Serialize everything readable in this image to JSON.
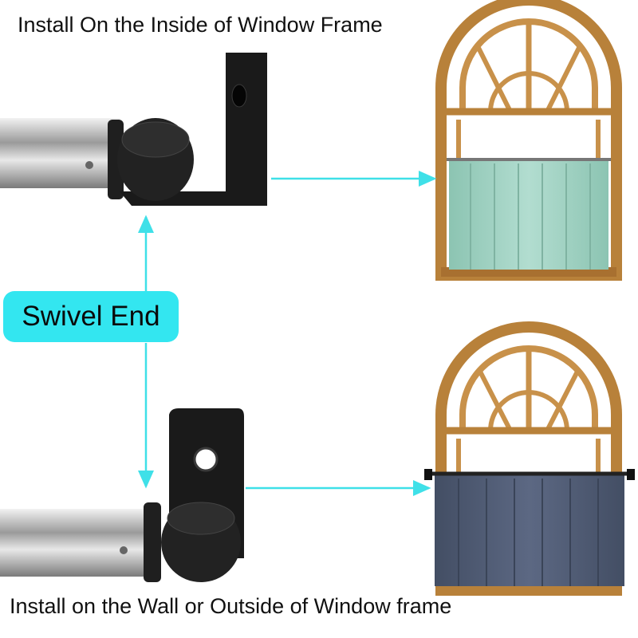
{
  "captions": {
    "top": "Install On the Inside of Window Frame",
    "bottom": "Install on the Wall or Outside of Window frame"
  },
  "badge": {
    "label": "Swivel End"
  },
  "colors": {
    "arrow": "#3fe0e8",
    "badge": "#33e6f0",
    "frame_wood": "#b8813a",
    "curtain_top": "#9fd0c0",
    "curtain_bottom": "#4f5b72",
    "bracket": "#1c1c1c",
    "rod": "#c9c9c9"
  }
}
